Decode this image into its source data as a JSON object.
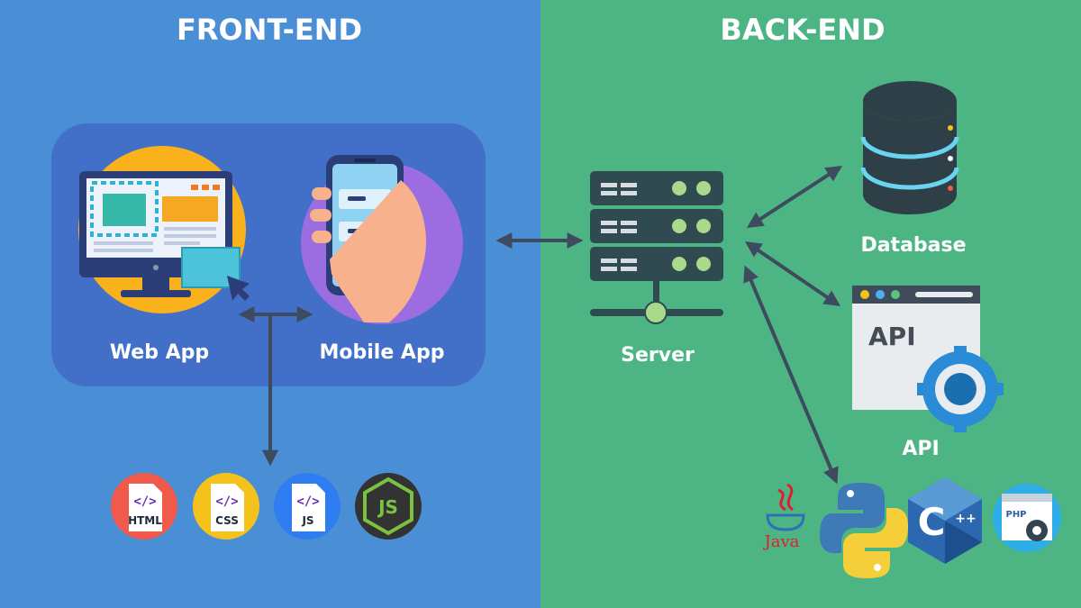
{
  "sections": {
    "frontend_title": "FRONT-END",
    "backend_title": "BACK-END"
  },
  "nodes": {
    "web_app": "Web App",
    "mobile_app": "Mobile App",
    "server": "Server",
    "database": "Database",
    "api": "API",
    "api_window_text": "API"
  },
  "frontend_tech": {
    "html": "HTML",
    "css": "CSS",
    "js": "JS",
    "code_glyph": "</>",
    "nodejs_glyph": "JS"
  },
  "backend_tech": {
    "java": "Java",
    "cpp": "C",
    "cpp_plus": "++",
    "php": "PHP"
  },
  "colors": {
    "frontend_bg": "#4a8fd6",
    "backend_bg": "#4db584",
    "panel": "#4270c8",
    "arrow": "#3e4b5f",
    "html": "#f05a4a",
    "css": "#f5c21b",
    "js": "#2e7ef2",
    "nodejs": "#333333"
  }
}
